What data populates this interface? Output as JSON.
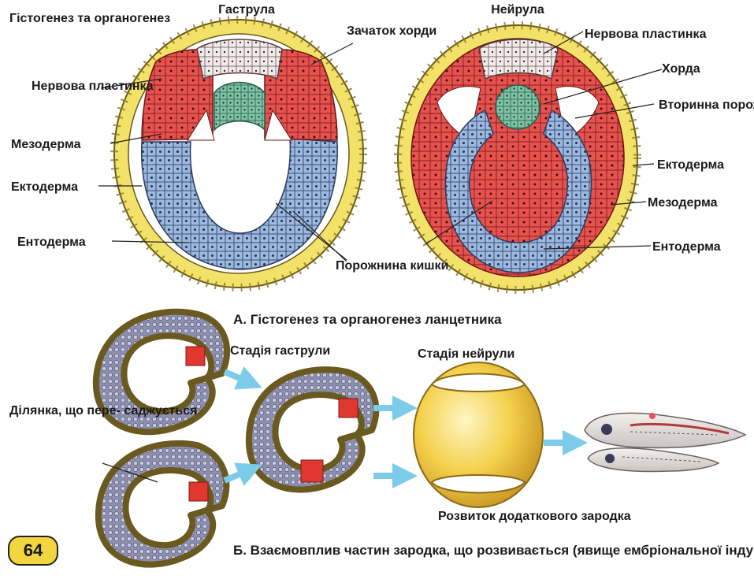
{
  "labels": {
    "histogenesis": "Гістогенез\nта органогенез",
    "gastrula": "Гаструла",
    "neurula": "Нейрула",
    "notochord_rudiment": "Зачаток\nхорди",
    "neural_plate_left": "Нервова\nпластинка",
    "mesoderm_left": "Мезодерма",
    "ectoderm_left": "Ектодерма",
    "endoderm_left": "Ентодерма",
    "gut_cavity": "Порожнина\nкишки",
    "neural_plate_right": "Нервова пластинка",
    "notochord": "Хорда",
    "secondary_cavity": "Вторинна\nпорожнина\nтіла",
    "ectoderm_right": "Ектодерма",
    "mesoderm_right": "Мезодерма",
    "endoderm_right": "Ентодерма"
  },
  "caption_a": "А. Гістогенез та органогенез ланцетника",
  "part_b": {
    "gastrula_stage": "Стадія гаструли",
    "neurula_stage": "Стадія нейрули",
    "transplant_area": "Ділянка,\nщо пере-\nсаджується",
    "additional_embryo": "Розвиток додаткового  зародка",
    "caption": "Б. Взаємовплив частин зародка, що розвивається\n(явище ембріональної індукції)"
  },
  "page_number": "64",
  "colors": {
    "ectoderm": "#f2e26a",
    "mesoderm": "#e8524e",
    "endoderm": "#9bb8df",
    "notochord": "#7fc4a7",
    "neural_plate": "#f1ecec",
    "arrow": "#7ccbe8",
    "embryo_sphere": "#f4d04a",
    "page_badge": "#f1d640"
  }
}
